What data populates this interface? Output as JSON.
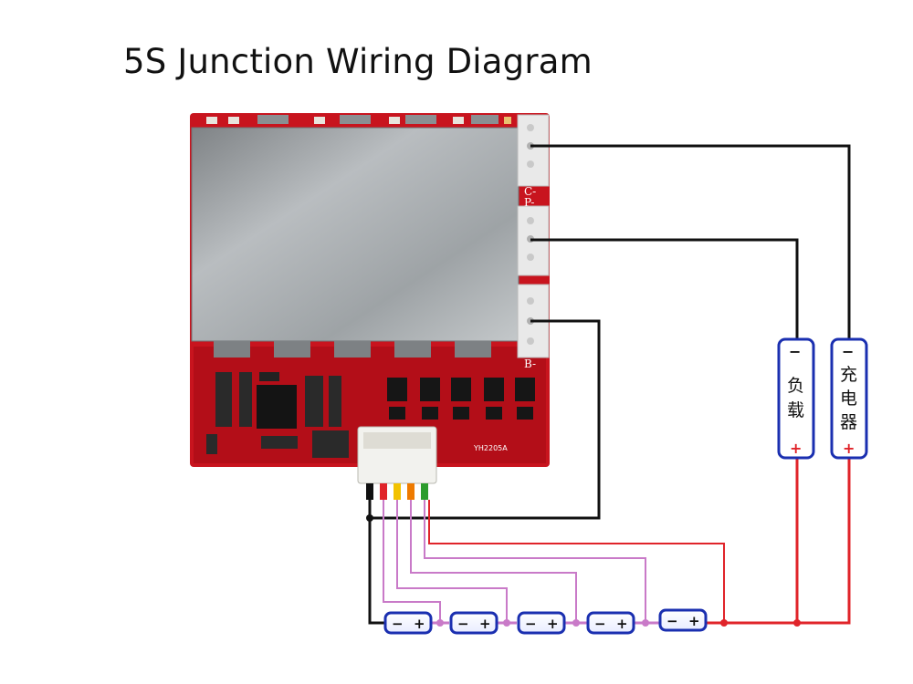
{
  "title": "5S Junction Wiring Diagram",
  "board": {
    "label": "YH2205A",
    "terminals": [
      "C-",
      "P-",
      "B-"
    ],
    "colors": {
      "pcb": "#c8141e",
      "shield": "#a9adb0",
      "connector": "#f2f2ee"
    }
  },
  "load": {
    "minus": "−",
    "chars": [
      "负",
      "载"
    ],
    "plus": "+"
  },
  "charger": {
    "minus": "−",
    "chars": [
      "充",
      "电",
      "器"
    ],
    "plus": "+"
  },
  "cells": [
    {
      "minus": "−",
      "plus": "+"
    },
    {
      "minus": "−",
      "plus": "+"
    },
    {
      "minus": "−",
      "plus": "+"
    },
    {
      "minus": "−",
      "plus": "+"
    },
    {
      "minus": "−",
      "plus": "+"
    }
  ],
  "wire_colors": {
    "black": "#111111",
    "red": "#e0242a",
    "purple": "#c97ac8",
    "battery": "#1a2fb0"
  },
  "connector_wire_colors": [
    "#111111",
    "#e0242a",
    "#f2c200",
    "#ee7a00",
    "#2c9c2c"
  ]
}
